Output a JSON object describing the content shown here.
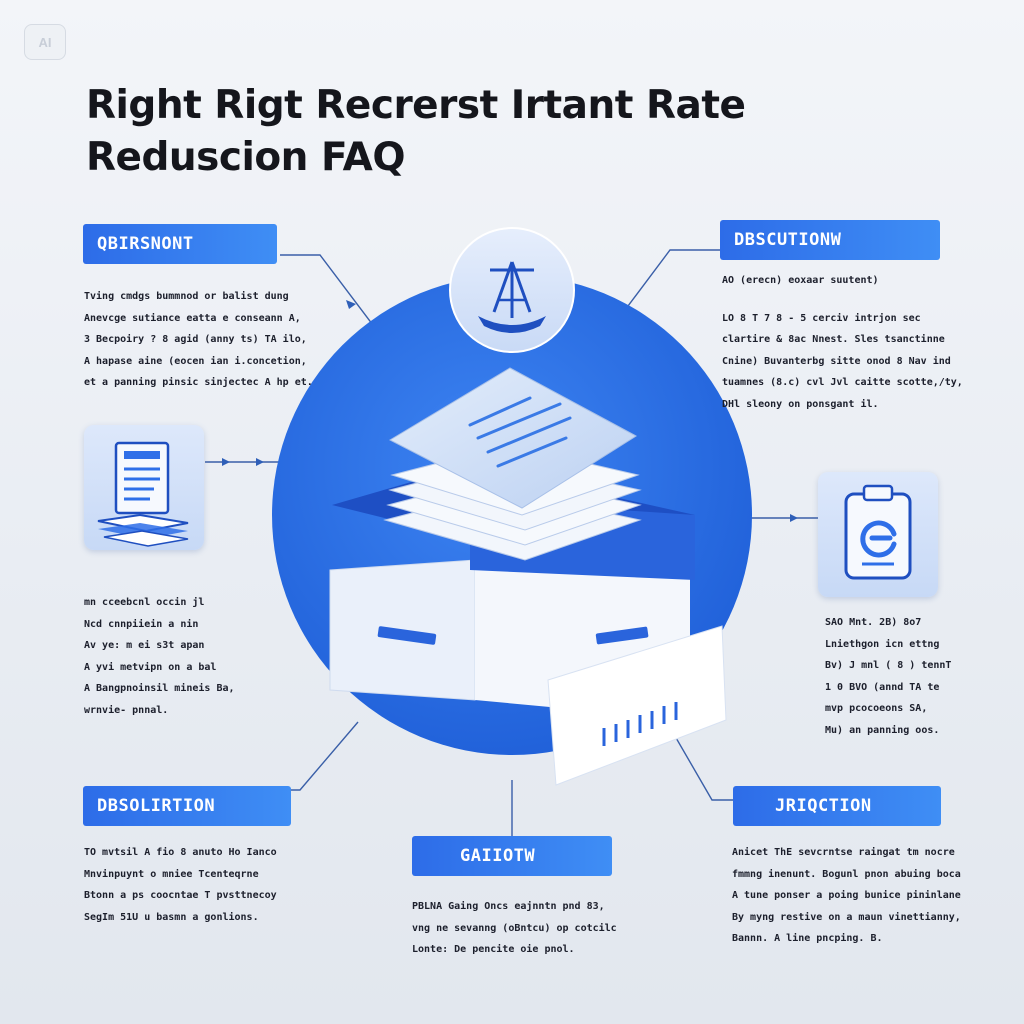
{
  "badge": "AI",
  "title": {
    "line1": "Right Rigt Recrerst Irtant Rate",
    "line2": "Reduscion FAQ"
  },
  "sections": {
    "top_left": {
      "label": "QBIRSNONT",
      "lines": [
        "Tving cmdgs bummnod or balist dung",
        "Anevcge sutiance eatta e conseann A,",
        "3 Becpoiry ? 8 agid (anny ts) TA ilo,",
        "A hapase aine (eocen ian i.concetion,",
        "et a panning pinsic sinjectec A hp et."
      ]
    },
    "top_right": {
      "label": "DBSCUTIONW",
      "lines": [
        "AO (erecn) eoxaar suutent)",
        "LO 8 T 7 8 - 5 cerciv intrjon sec",
        "clartire & 8ac Nnest. Sles tsanctinne",
        "Cnine) Buvanterbg sitte onod 8 Nav ind",
        "tuamnes (8.c) cvl Jvl caitte scotte,/ty,",
        "DHl sleony on ponsgant il."
      ]
    },
    "mid_left": {
      "lines": [
        "mn cceebcnl occin jl",
        "Ncd cnnpiiein a nin",
        "Av ye: m ei s3t apan",
        "A yvi metvipn on a bal",
        "A Bangpnoinsil mineis Ba,",
        "wrnvie- pnnal."
      ]
    },
    "mid_right": {
      "lines": [
        "SAO Mnt. 2B) 8o7",
        "Lniethgon icn ettng",
        "Bv) J mnl ( 8 ) tennT",
        "1 0 BVO (annd TA te",
        "mvp pcocoeons SA,",
        "Mu) an panning oos."
      ]
    },
    "bottom_left": {
      "label": "DBSOLIRTION",
      "lines": [
        "TO mvtsil A fio 8 anuto Ho Ianco",
        "Mnvinpuynt o mniee Tcenteqrne",
        "Btonn a ps coocntae T pvsttnecoy",
        "SegIm 51U u basmn a gonlions."
      ]
    },
    "bottom_center": {
      "label": "GAIIOTW",
      "lines": [
        "PBLNA Gaing Oncs eajnntn pnd 83,",
        "vng ne sevanng (oBntcu) op cotcilc",
        "Lonte: De pencite oie pnol."
      ]
    },
    "bottom_right": {
      "label": "JRIQCTION",
      "lines": [
        "Anicet ThE sevcrntse raingat tm nocre",
        "fmmng inenunt. Bogunl pnon abuing boca",
        "A tune ponser a poing bunice pininlane",
        "By myng restive on a maun vinettianny,",
        "Bannn. A line pncping. B."
      ]
    }
  },
  "icons": {
    "top_center": "scales-icon",
    "left": "document-stack-icon",
    "right": "clipboard-icon",
    "center": "file-cabinet-icon"
  },
  "colors": {
    "primary_blue": "#2f6fe8",
    "circle_blue": "#2a6fe6",
    "title_dark": "#15161c",
    "light_blue": "#dbe6fa"
  }
}
